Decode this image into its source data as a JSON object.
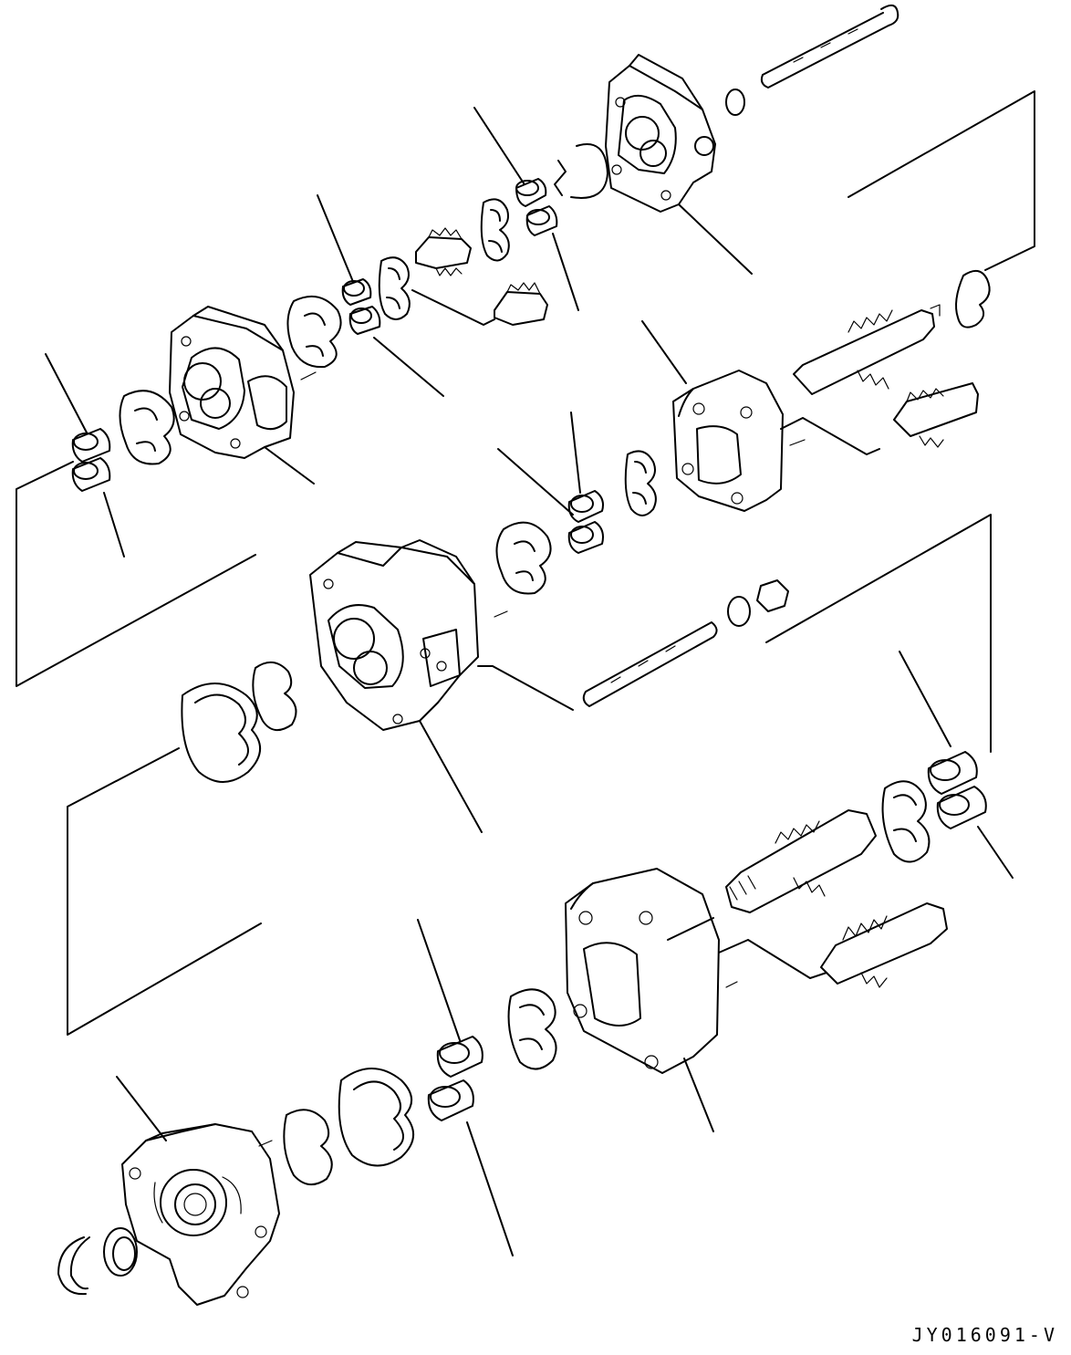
{
  "drawing_code": "JY016091-V",
  "parts": [
    "rear-cover",
    "thrust-plate-rear",
    "pump-body-rear",
    "gasket-seal-rear",
    "bushing-pair-rear",
    "gear-pair-rear",
    "center-housing",
    "bushing-pair-center",
    "pump-body-center",
    "gear-pair-center",
    "pump-body-front",
    "bushing-pair-front",
    "gear-pair-front",
    "front-flange",
    "oil-seal",
    "snap-ring",
    "tie-bolt"
  ]
}
